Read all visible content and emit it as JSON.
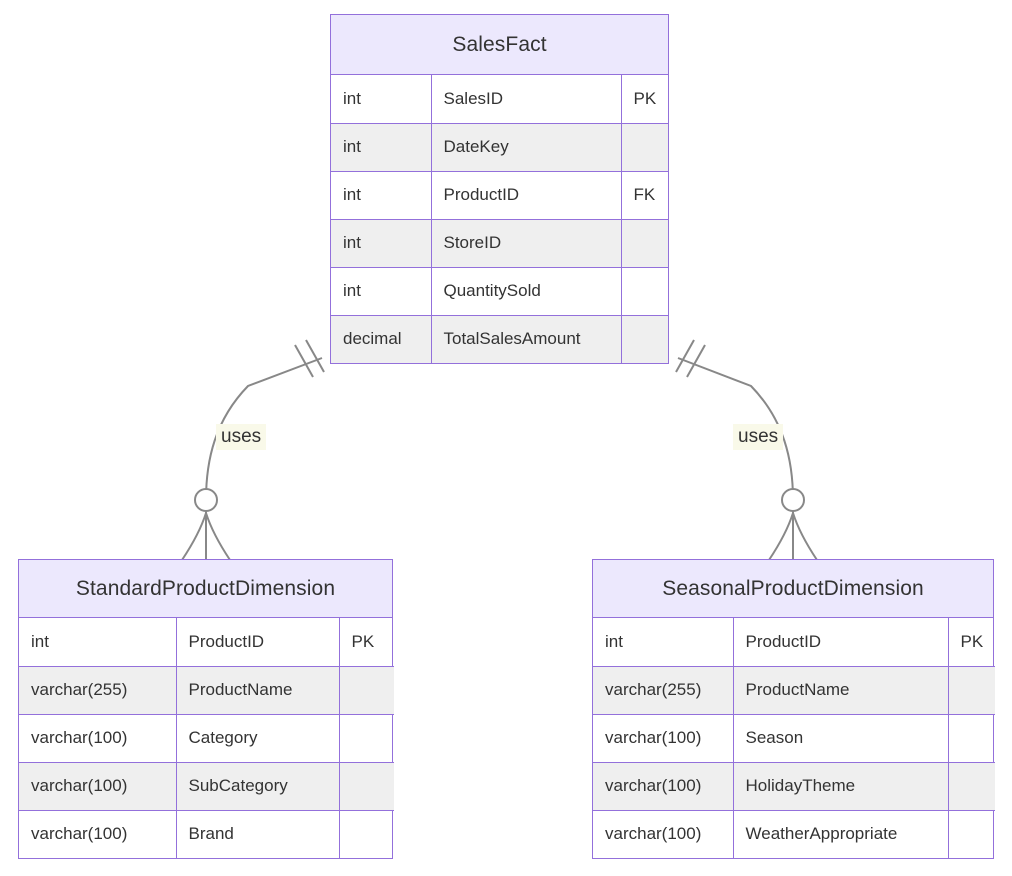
{
  "diagram": {
    "type": "entity-relationship-diagram",
    "notation": "crows-foot",
    "background_color": "#FFFFFF",
    "entity_border_color": "#9370DB",
    "entity_header_color": "#ECE8FD",
    "row_shade_color": "#EFEFEF",
    "edge_color": "#888888",
    "label_background_color": "#F9F9E9",
    "text_color": "#333333"
  },
  "entities": {
    "sales_fact": {
      "name": "SalesFact",
      "attributes": [
        {
          "type": "int",
          "name": "SalesID",
          "key": "PK"
        },
        {
          "type": "int",
          "name": "DateKey",
          "key": ""
        },
        {
          "type": "int",
          "name": "ProductID",
          "key": "FK"
        },
        {
          "type": "int",
          "name": "StoreID",
          "key": ""
        },
        {
          "type": "int",
          "name": "QuantitySold",
          "key": ""
        },
        {
          "type": "decimal",
          "name": "TotalSalesAmount",
          "key": ""
        }
      ]
    },
    "standard_product_dimension": {
      "name": "StandardProductDimension",
      "attributes": [
        {
          "type": "int",
          "name": "ProductID",
          "key": "PK"
        },
        {
          "type": "varchar(255)",
          "name": "ProductName",
          "key": ""
        },
        {
          "type": "varchar(100)",
          "name": "Category",
          "key": ""
        },
        {
          "type": "varchar(100)",
          "name": "SubCategory",
          "key": ""
        },
        {
          "type": "varchar(100)",
          "name": "Brand",
          "key": ""
        }
      ]
    },
    "seasonal_product_dimension": {
      "name": "SeasonalProductDimension",
      "attributes": [
        {
          "type": "int",
          "name": "ProductID",
          "key": "PK"
        },
        {
          "type": "varchar(255)",
          "name": "ProductName",
          "key": ""
        },
        {
          "type": "varchar(100)",
          "name": "Season",
          "key": ""
        },
        {
          "type": "varchar(100)",
          "name": "HolidayTheme",
          "key": ""
        },
        {
          "type": "varchar(100)",
          "name": "WeatherAppropriate",
          "key": ""
        }
      ]
    }
  },
  "relationships": [
    {
      "id": "sales-to-standard",
      "label": "uses",
      "from": "SalesFact",
      "to": "StandardProductDimension",
      "from_cardinality": "exactly-one",
      "to_cardinality": "zero-or-many"
    },
    {
      "id": "sales-to-seasonal",
      "label": "uses",
      "from": "SalesFact",
      "to": "SeasonalProductDimension",
      "from_cardinality": "exactly-one",
      "to_cardinality": "zero-or-many"
    }
  ]
}
